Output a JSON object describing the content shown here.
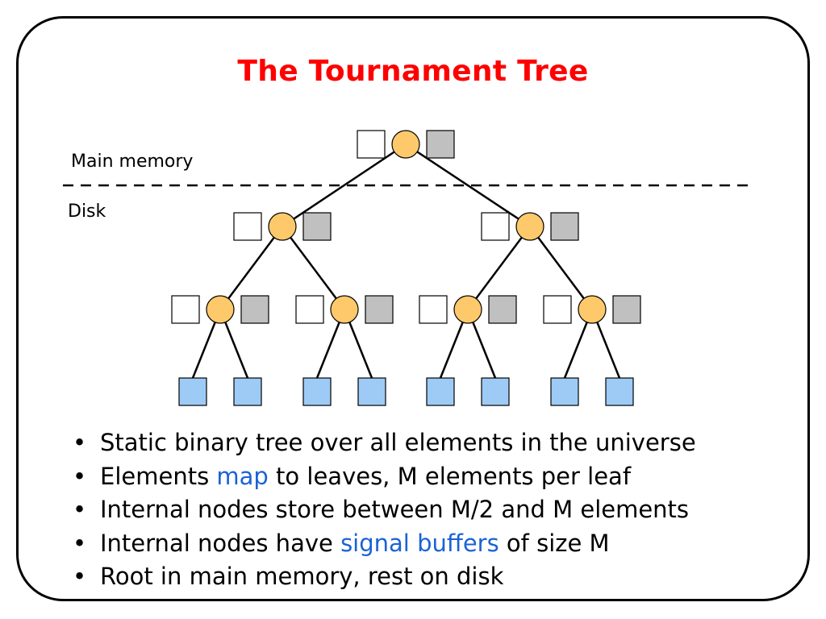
{
  "slide": {
    "title": "The Tournament Tree",
    "labels": {
      "main_memory": "Main memory",
      "disk": "Disk"
    },
    "colors": {
      "title": "#ff0000",
      "highlight": "#1a62d6",
      "node_circle": "#fdc96b",
      "signal_buffer": "#c0c0c0",
      "element_buffer": "#ffffff",
      "leaf": "#9dcbf6"
    },
    "bullets": [
      {
        "parts": [
          {
            "text": "Static binary tree over all elements in the universe",
            "highlight": false
          }
        ]
      },
      {
        "parts": [
          {
            "text": "Elements ",
            "highlight": false
          },
          {
            "text": "map",
            "highlight": true
          },
          {
            "text": " to leaves, M elements per leaf",
            "highlight": false
          }
        ]
      },
      {
        "parts": [
          {
            "text": "Internal nodes store between M/2 and M elements",
            "highlight": false
          }
        ]
      },
      {
        "parts": [
          {
            "text": "Internal nodes have ",
            "highlight": false
          },
          {
            "text": "signal buffers",
            "highlight": true
          },
          {
            "text": " of size M",
            "highlight": false
          }
        ]
      },
      {
        "parts": [
          {
            "text": "Root in main memory, rest on disk",
            "highlight": false
          }
        ]
      }
    ]
  },
  "tree": {
    "depth": 3,
    "levels": [
      "root",
      "level-1",
      "level-2",
      "leaves"
    ],
    "leaf_count": 8,
    "internal_node_parts": [
      "element-buffer",
      "node",
      "signal-buffer"
    ],
    "memory_boundary": "between root and level-1"
  }
}
